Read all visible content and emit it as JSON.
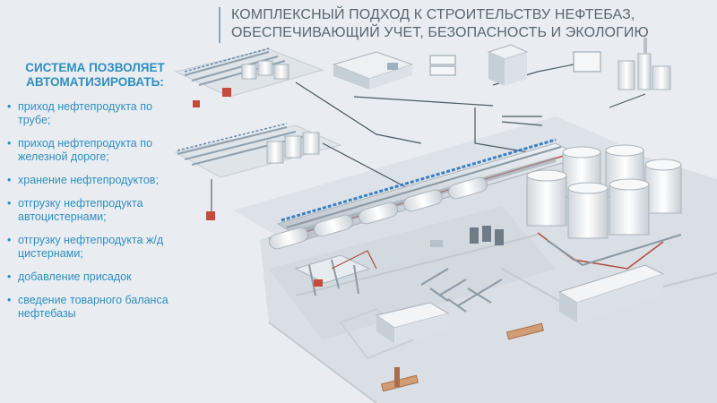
{
  "title": "КОМПЛЕКСНЫЙ ПОДХОД К СТРОИТЕЛЬСТВУ НЕФТЕБАЗ, ОБЕСПЕЧИВАЮЩИЙ УЧЕТ, БЕЗОПАСНОСТЬ И ЭКОЛОГИЮ",
  "left_panel": {
    "heading": "СИСТЕМА ПОЗВОЛЯЕТ АВТОМАТИЗИРОВАТЬ:",
    "items": [
      "приход нефтепродукта по трубе;",
      "приход нефтепродукта по железной дороге;",
      "хранение нефтепродуктов;",
      "отгрузку нефтепродукта автоцистернами;",
      "отгрузку нефтепродукта ж/д цистернами;",
      "добавление присадок",
      "сведение товарного баланса нефтебазы"
    ]
  },
  "colors": {
    "accent_text": "#2e8fc0",
    "title_text": "#5a6670",
    "background": "#e9edf1",
    "pipe_blue": "#3a7fc4",
    "pipe_red": "#b24a3c"
  }
}
